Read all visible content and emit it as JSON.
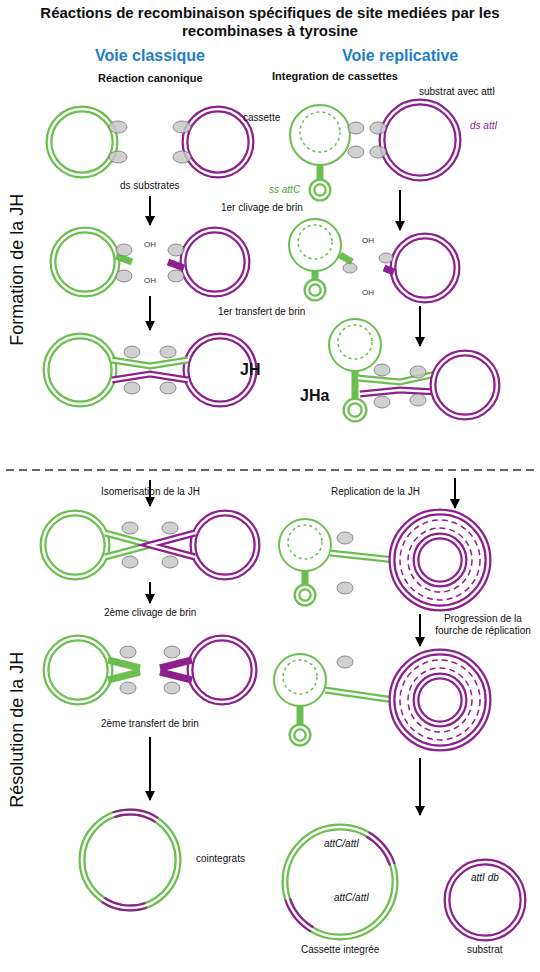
{
  "diagram": {
    "title": "Réactions de recombinaison spécifiques de site mediées par les recombinases à tyrosine",
    "labels": [
      "Voie classique",
      "Voie replicative",
      "Réaction canonique",
      "Integration de cassettes",
      "substrat avec attI",
      "cassette",
      "ds attI",
      "ss attC",
      "ds substrates",
      "1er clivage de brin",
      "OH",
      "OH",
      "OH",
      "OH",
      "1er transfert de brin",
      "JH",
      "JHa",
      "Formation de la JH",
      "Isomerisation de la JH",
      "Replication de la JH",
      "2ème clivage de brin",
      "Progression de la fourche de réplication",
      "2ème transfert de brin",
      "Résolution de la JH",
      "cointegrats",
      "attC/attI",
      "attC/attI",
      "Cassette integrée",
      "attI db",
      "substrat"
    ]
  }
}
